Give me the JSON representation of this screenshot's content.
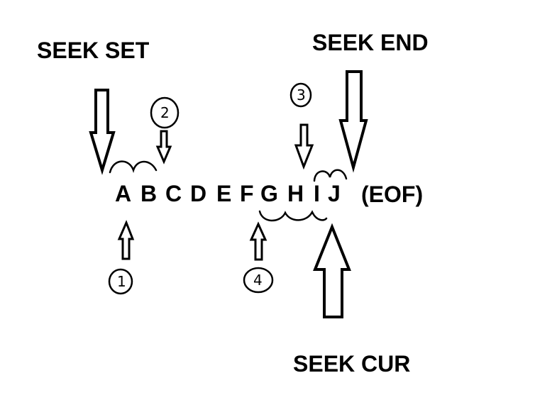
{
  "labels": {
    "seek_set": "SEEK SET",
    "seek_end": "SEEK END",
    "seek_cur": "SEEK CUR"
  },
  "letters": [
    "A",
    "B",
    "C",
    "D",
    "E",
    "F",
    "G",
    "H",
    "I",
    "J"
  ],
  "eof": "(EOF)",
  "markers": [
    "1",
    "2",
    "3",
    "4"
  ]
}
